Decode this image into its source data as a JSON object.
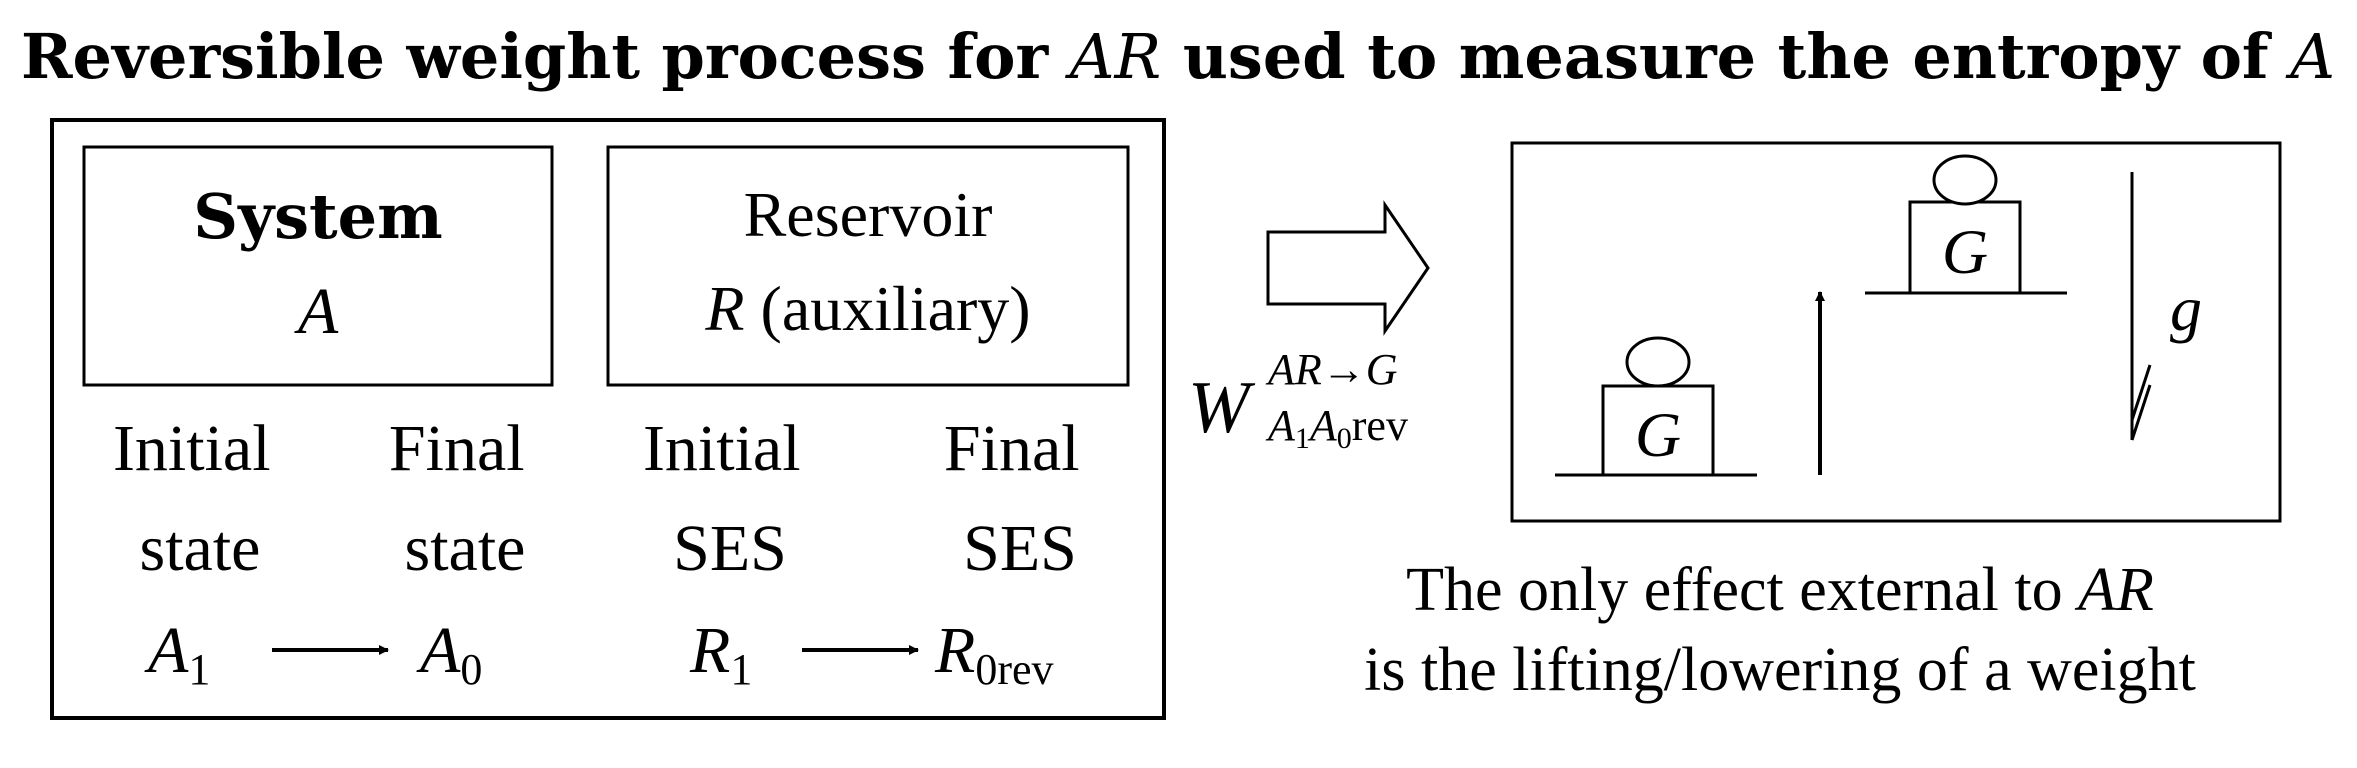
{
  "title": {
    "prefix": "Reversible weight process for ",
    "var1": "AR",
    "middle": " used to measure the entropy of ",
    "var2": "A"
  },
  "system_box": {
    "heading": "System",
    "variable": "A"
  },
  "reservoir_box": {
    "heading": "Reservoir",
    "variable": "R",
    "note": "(auxiliary)"
  },
  "columns": [
    {
      "line1": "Initial",
      "line2": "state"
    },
    {
      "line1": "Final",
      "line2": "state"
    },
    {
      "line1": "Initial",
      "line2": "SES"
    },
    {
      "line1": "Final",
      "line2": "SES"
    }
  ],
  "transitions": {
    "system": {
      "from_base": "A",
      "from_sub": "1",
      "to_base": "A",
      "to_sub": "0"
    },
    "reservoir": {
      "from_base": "R",
      "from_sub": "1",
      "to_base": "R",
      "to_sub": "0rev"
    }
  },
  "work_symbol": {
    "base": "W",
    "superscript": "AR→G",
    "sub_a": "A",
    "sub_1": "1",
    "sub_b": "A",
    "sub_0": "0",
    "sub_rev": "rev"
  },
  "weight_panel": {
    "weight_label": "G",
    "gravity_label": "g"
  },
  "caption": {
    "line1_prefix": "The only effect external to ",
    "line1_var": "AR",
    "line2": "is the lifting/lowering of a weight"
  }
}
